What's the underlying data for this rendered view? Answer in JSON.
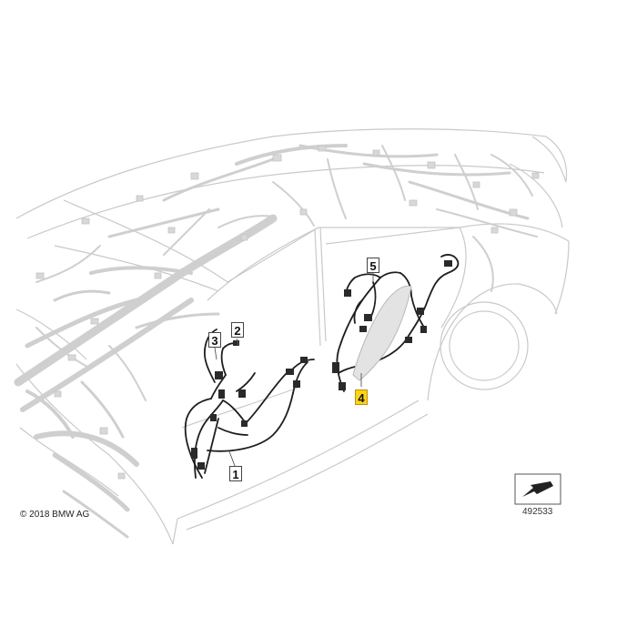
{
  "callouts": {
    "c1": "1",
    "c2": "2",
    "c3": "3",
    "c4": "4",
    "c5": "5"
  },
  "highlight_color": "#ffd21a",
  "copyright": "© 2018 BMW AG",
  "reference_number": "492533",
  "icons": {
    "view_direction": "view-direction-arrow-icon"
  }
}
